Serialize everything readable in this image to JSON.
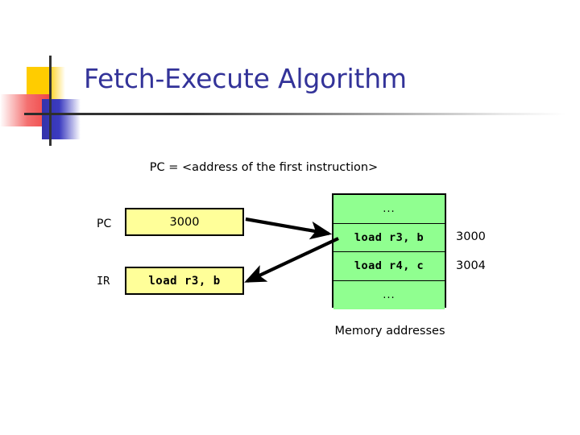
{
  "slide": {
    "title": "Fetch-Execute Algorithm",
    "subtitle": "PC = <address of the first instruction>",
    "caption": "Memory addresses"
  },
  "colors": {
    "title_blue": "#333399",
    "register_fill": "#FFFF99",
    "memory_fill": "#90FF90",
    "border": "#000000",
    "deco_yellow": "#FFCC00",
    "deco_red": "#F04545",
    "deco_blue": "#3333AA"
  },
  "registers": [
    {
      "label": "PC",
      "value": "3000"
    },
    {
      "label": "IR",
      "value": "load r3, b"
    }
  ],
  "memory": {
    "rows": [
      {
        "content": "...",
        "address": ""
      },
      {
        "content": "load r3, b",
        "address": "3000"
      },
      {
        "content": "load r4, c",
        "address": "3004"
      },
      {
        "content": "...",
        "address": ""
      }
    ]
  },
  "arrows": [
    {
      "name": "pc-to-memory",
      "from": "pc-box",
      "to": "memory-row-3000"
    },
    {
      "name": "memory-to-ir",
      "from": "memory-row-3000",
      "to": "ir-box"
    }
  ]
}
